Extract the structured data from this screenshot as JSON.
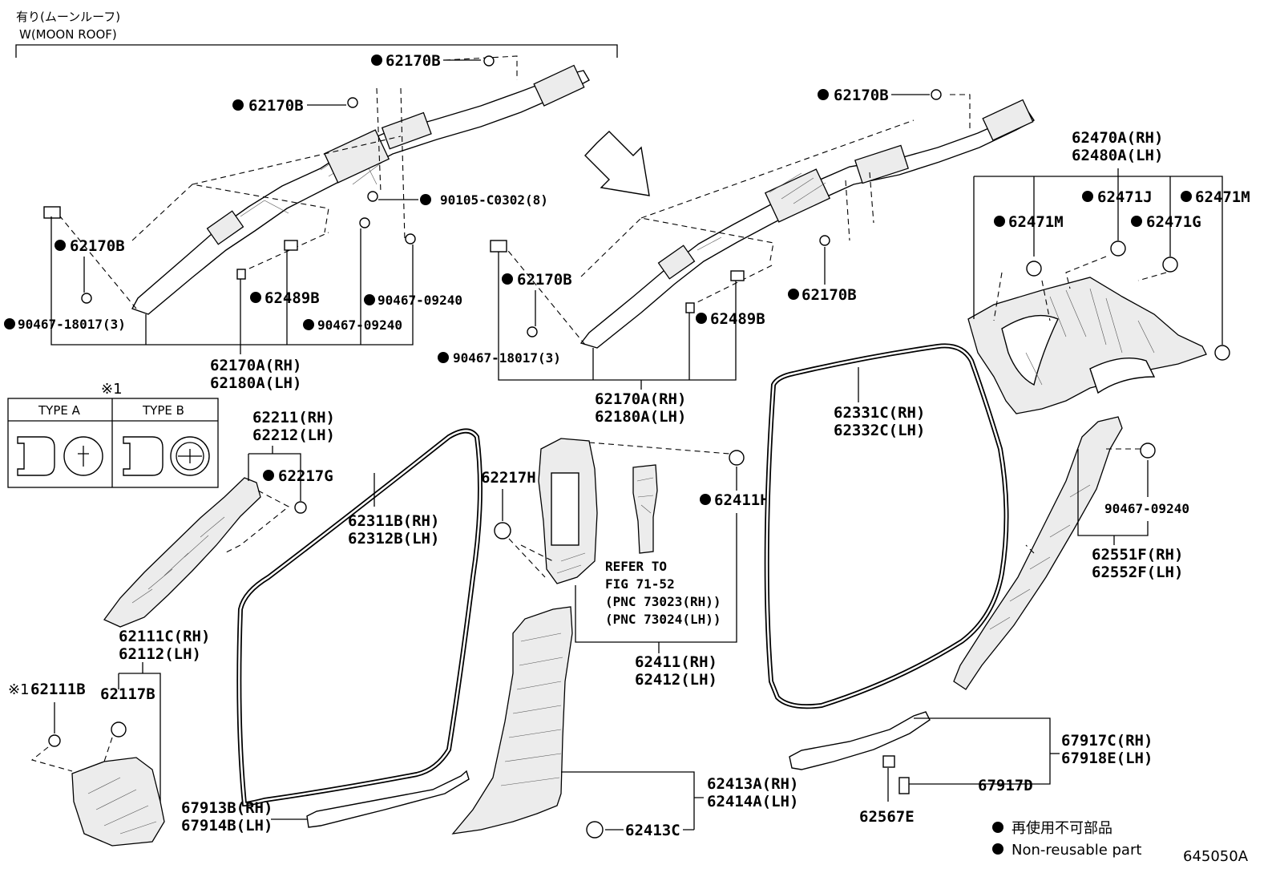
{
  "header": {
    "jp_title": "有り(ムーンルーフ)",
    "en_title": "W(MOON ROOF)"
  },
  "callouts": {
    "c62170B_a": "62170B",
    "c62170B_b": "62170B",
    "c62170B_c": "62170B",
    "c62170B_d": "62170B",
    "c62170B_e": "62170B",
    "c62170B_f": "62170B",
    "c90105": "90105-C0302(8)",
    "c62489B_a": "62489B",
    "c62489B_b": "62489B",
    "c90467_09240_a": "90467-09240",
    "c90467_09240_b": "90467-09240",
    "c90467_09240_c": "90467-09240",
    "c90467_18017_a": "90467-18017(3)",
    "c90467_18017_b": "90467-18017(3)",
    "c62170A_a": "62170A(RH)",
    "c62180A_a": "62180A(LH)",
    "c62170A_b": "62170A(RH)",
    "c62180A_b": "62180A(LH)",
    "c62470A": "62470A(RH)",
    "c62480A": "62480A(LH)",
    "c62471J": "62471J",
    "c62471M_a": "62471M",
    "c62471M_b": "62471M",
    "c62471G": "62471G",
    "c62211": "62211(RH)",
    "c62212": "62212(LH)",
    "c62217G": "62217G",
    "c62311B": "62311B(RH)",
    "c62312B": "62312B(LH)",
    "c62217H": "62217H",
    "c62411H": "62411H",
    "c62331C": "62331C(RH)",
    "c62332C": "62332C(LH)",
    "c62551F": "62551F(RH)",
    "c62552F": "62552F(LH)",
    "c62111C": "62111C(RH)",
    "c62112": "62112(LH)",
    "c62111B": "62111B",
    "c62117B": "62117B",
    "ref1": "REFER TO",
    "ref2": "FIG 71-52",
    "ref3": "(PNC 73023(RH))",
    "ref4": "(PNC 73024(LH))",
    "c62411": "62411(RH)",
    "c62412": "62412(LH)",
    "c67917C": "67917C(RH)",
    "c67918E": "67918E(LH)",
    "c67917D": "67917D",
    "c62413A": "62413A(RH)",
    "c62414A": "62414A(LH)",
    "c62413C": "62413C",
    "c67913B": "67913B(RH)",
    "c67914B": "67914B(LH)",
    "c62567E": "62567E",
    "note_mark_1": "※1",
    "note_mark_2": "※1"
  },
  "type_table": {
    "type_a": "TYPE A",
    "type_b": "TYPE B"
  },
  "legend": {
    "jp": "再使用不可部品",
    "en": "Non-reusable part"
  },
  "figure_number": "645050A"
}
